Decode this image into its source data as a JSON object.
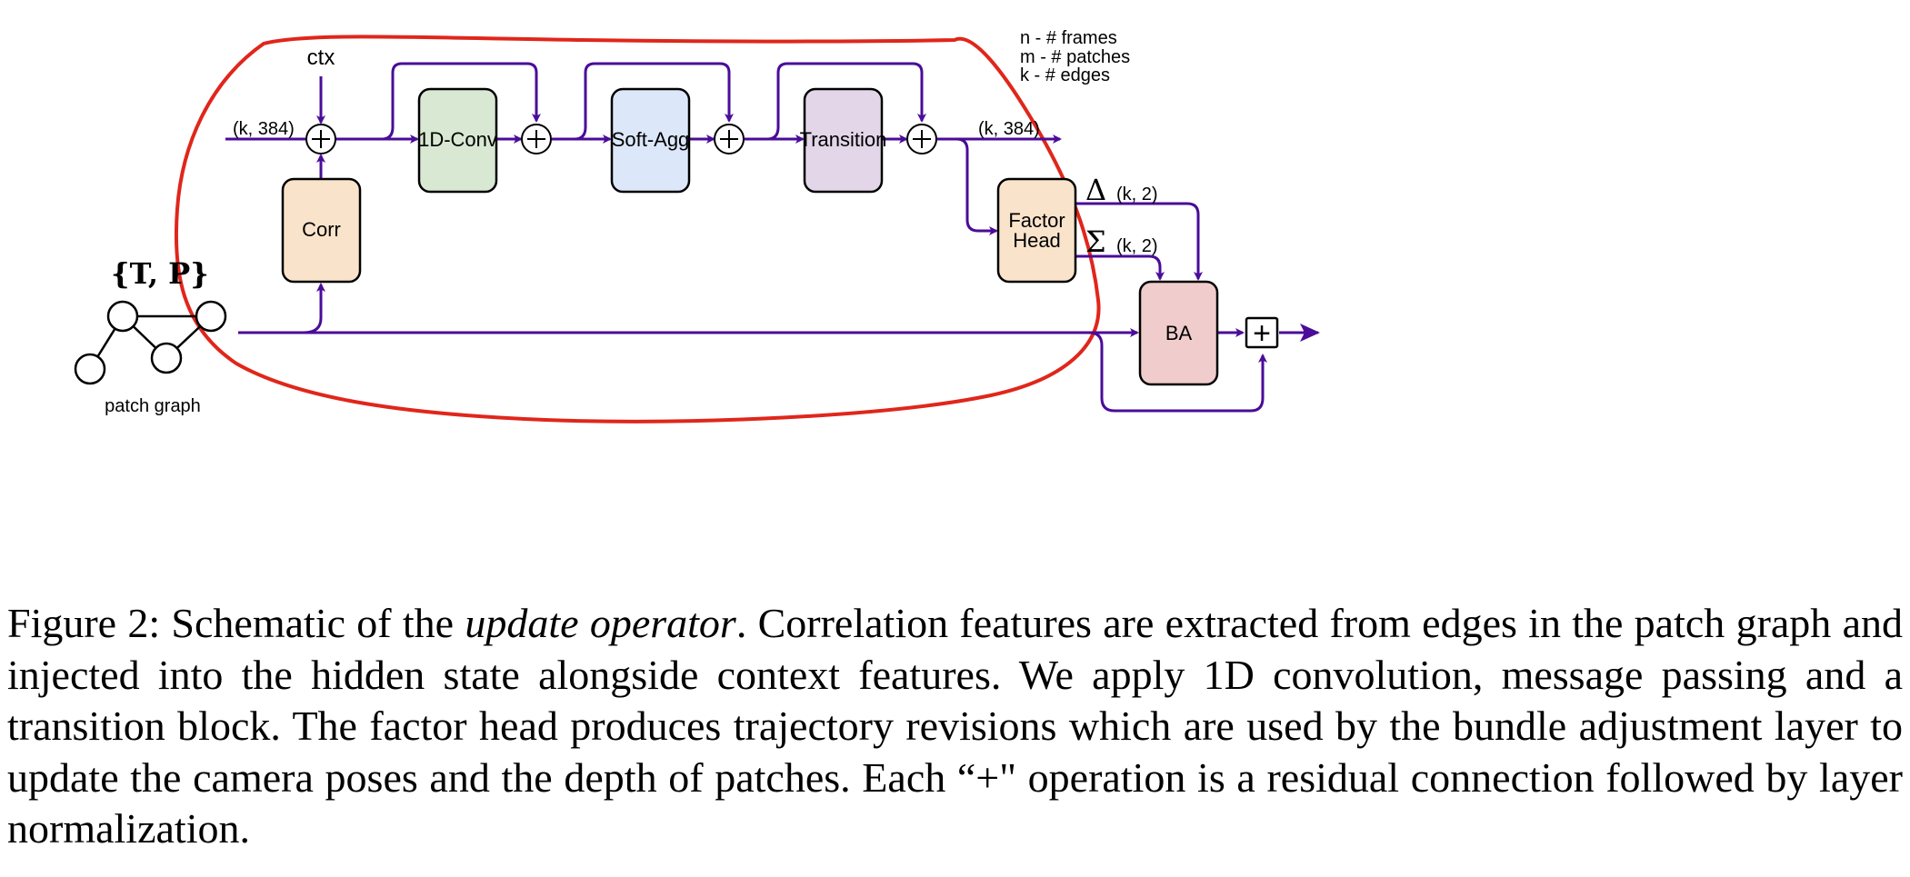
{
  "figure": {
    "legend": [
      "n - # frames",
      "m - # patches",
      "k - # edges"
    ],
    "labels": {
      "ctx": "ctx",
      "input_dim": "(k, 384)",
      "output_dim": "(k, 384)",
      "graph_title": "{T, P}",
      "graph_caption": "patch graph",
      "delta_symbol": "Δ",
      "delta_dim": "(k, 2)",
      "sigma_symbol": "Σ",
      "sigma_dim": "(k, 2)",
      "plus_box": "+"
    },
    "blocks": {
      "conv": "1D-Conv",
      "softagg": "Soft-Agg",
      "transition": "Transition",
      "corr": "Corr",
      "factor_head_line1": "Factor",
      "factor_head_line2": "Head",
      "ba": "BA"
    },
    "colors": {
      "arrow": "#4a0c99",
      "outline": "#e0261b",
      "conv": "#d9e8d2",
      "softagg": "#dce7fa",
      "transition": "#e2d6e8",
      "corr": "#f9e4cb",
      "factor_head": "#f9e4cb",
      "ba": "#f0cccc"
    }
  },
  "caption": {
    "lead": "Figure 2: Schematic of the ",
    "emph": "update operator",
    "rest": ". Correlation features are extracted from edges in the patch graph and injected into the hidden state alongside context features. We apply 1D convolution, message passing and a transition block. The factor head produces trajectory revisions which are used by the bundle adjustment layer to update the camera poses and the depth of patches. Each “+\" operation is a residual connection followed by layer normalization."
  }
}
